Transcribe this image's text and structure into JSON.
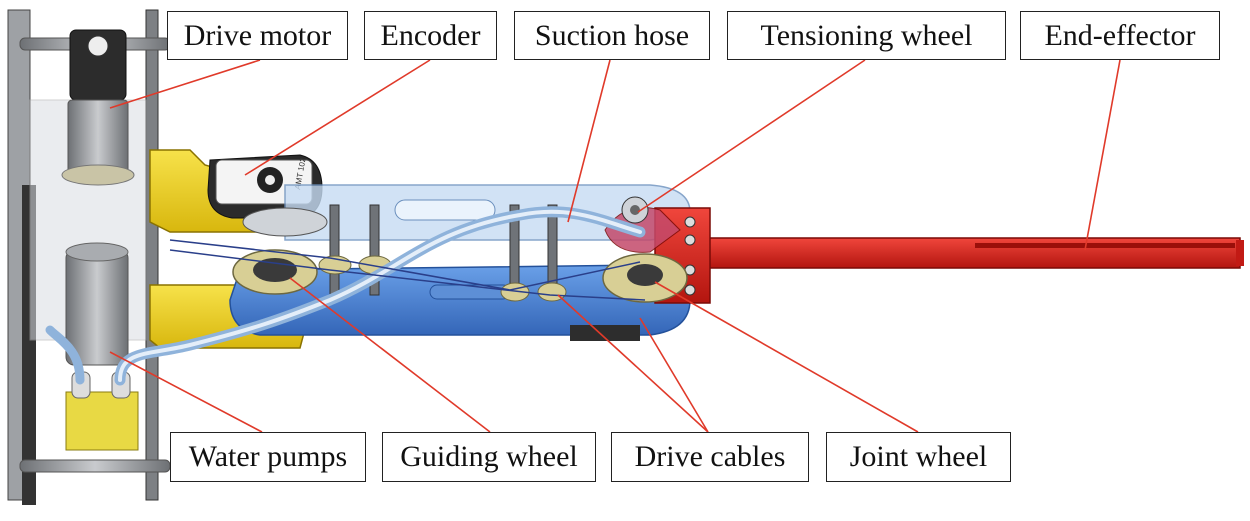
{
  "labels": {
    "drive_motor": "Drive motor",
    "encoder": "Encoder",
    "suction_hose": "Suction hose",
    "tensioning_wheel": "Tensioning wheel",
    "end_effector": "End-effector",
    "water_pumps": "Water pumps",
    "guiding_wheel": "Guiding wheel",
    "drive_cables": "Drive cables",
    "joint_wheel": "Joint wheel"
  },
  "encoder_marking": "AMT 102",
  "colors": {
    "leader_line": "#e03a2a",
    "frame_yellow": "#f2d51a",
    "link_blue": "#4f86d6",
    "link_blue_light": "#a9cdf0",
    "end_effector_red": "#e8241f",
    "hose": "#c7d9ef",
    "frame_gray": "#8a8d91",
    "motor_dark": "#2b2b2b",
    "label_border": "#222222"
  }
}
